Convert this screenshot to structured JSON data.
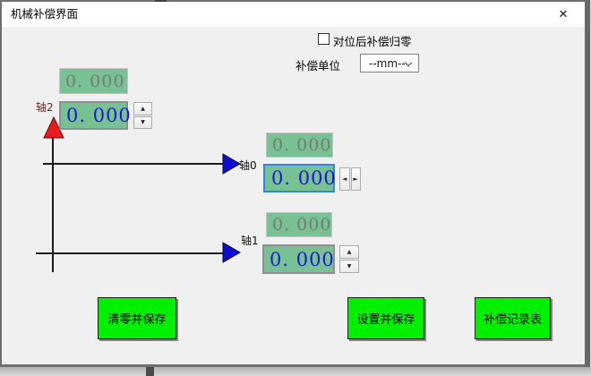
{
  "window": {
    "title": "机械补偿界面"
  },
  "icons": {
    "close": "✕",
    "up": "▲",
    "down": "▼",
    "left": "◄",
    "right": "►"
  },
  "options": {
    "zero_after_align": {
      "label": "对位后补偿归零",
      "checked": false
    },
    "unit": {
      "label": "补偿单位",
      "value": "--mm--"
    }
  },
  "axes": [
    {
      "id": "axis2",
      "label": "轴2",
      "display_value": "0. 000",
      "input_value": "0. 000",
      "spinner": "vertical",
      "focused": false
    },
    {
      "id": "axis0",
      "label": "轴0",
      "display_value": "0. 000",
      "input_value": "0. 000",
      "spinner": "horizontal",
      "focused": true
    },
    {
      "id": "axis1",
      "label": "轴1",
      "display_value": "0. 000",
      "input_value": "0. 000",
      "spinner": "vertical",
      "focused": false
    }
  ],
  "buttons": [
    {
      "label": "清零并保存"
    },
    {
      "label": "设置并保存"
    },
    {
      "label": "补偿记录表"
    }
  ],
  "colors": {
    "display_green": "#77C194",
    "button_green": "#00F000",
    "value_blue": "#1A1ACC",
    "value_gray": "#757c75",
    "axis_red": "#EA1C1C",
    "axis_blue": "#0B0BD6",
    "focus_ring": "#2E86DE",
    "label_dark_red": "#6b2424",
    "titlebar_bg": "#FFFFFF",
    "dialog_bg": "#F0F0F0"
  }
}
